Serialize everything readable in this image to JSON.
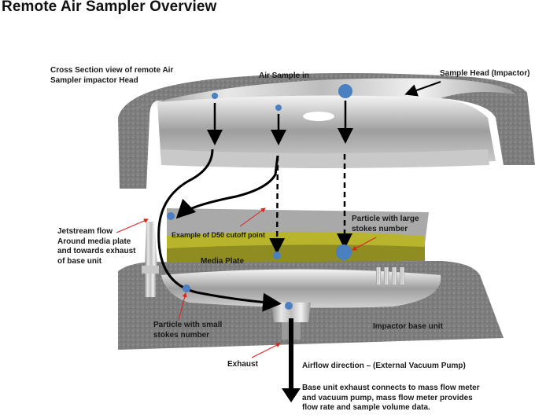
{
  "title": "Remote Air Sampler Overview",
  "labels": {
    "cross_section_l1": "Cross Section view of remote Air",
    "cross_section_l2": "Sampler impactor  Head",
    "air_sample_in": "Air Sample in",
    "sample_head": "Sample Head (Impactor)",
    "jetstream_l1": "Jetstream flow",
    "jetstream_l2": "Around media plate",
    "jetstream_l3": "and towards exhaust",
    "jetstream_l4": "of base unit",
    "d50": "Example of D50 cutoff point",
    "large_stokes_l1": "Particle with large",
    "large_stokes_l2": "stokes number",
    "media_plate": "Media Plate",
    "small_stokes_l1": "Particle with small",
    "small_stokes_l2": "stokes number",
    "impactor_base": "Impactor base unit",
    "exhaust": "Exhaust",
    "airflow_direction": "Airflow direction – (External Vacuum Pump)",
    "base_note_l1": "Base unit exhaust connects to mass flow meter",
    "base_note_l2": "and vacuum pump, mass flow meter provides",
    "base_note_l3": "flow rate and sample volume data."
  },
  "colors": {
    "particle": "#4a7fc1",
    "media": "#b8b52c",
    "pointer": "#d9231d",
    "flow": "#000000"
  }
}
